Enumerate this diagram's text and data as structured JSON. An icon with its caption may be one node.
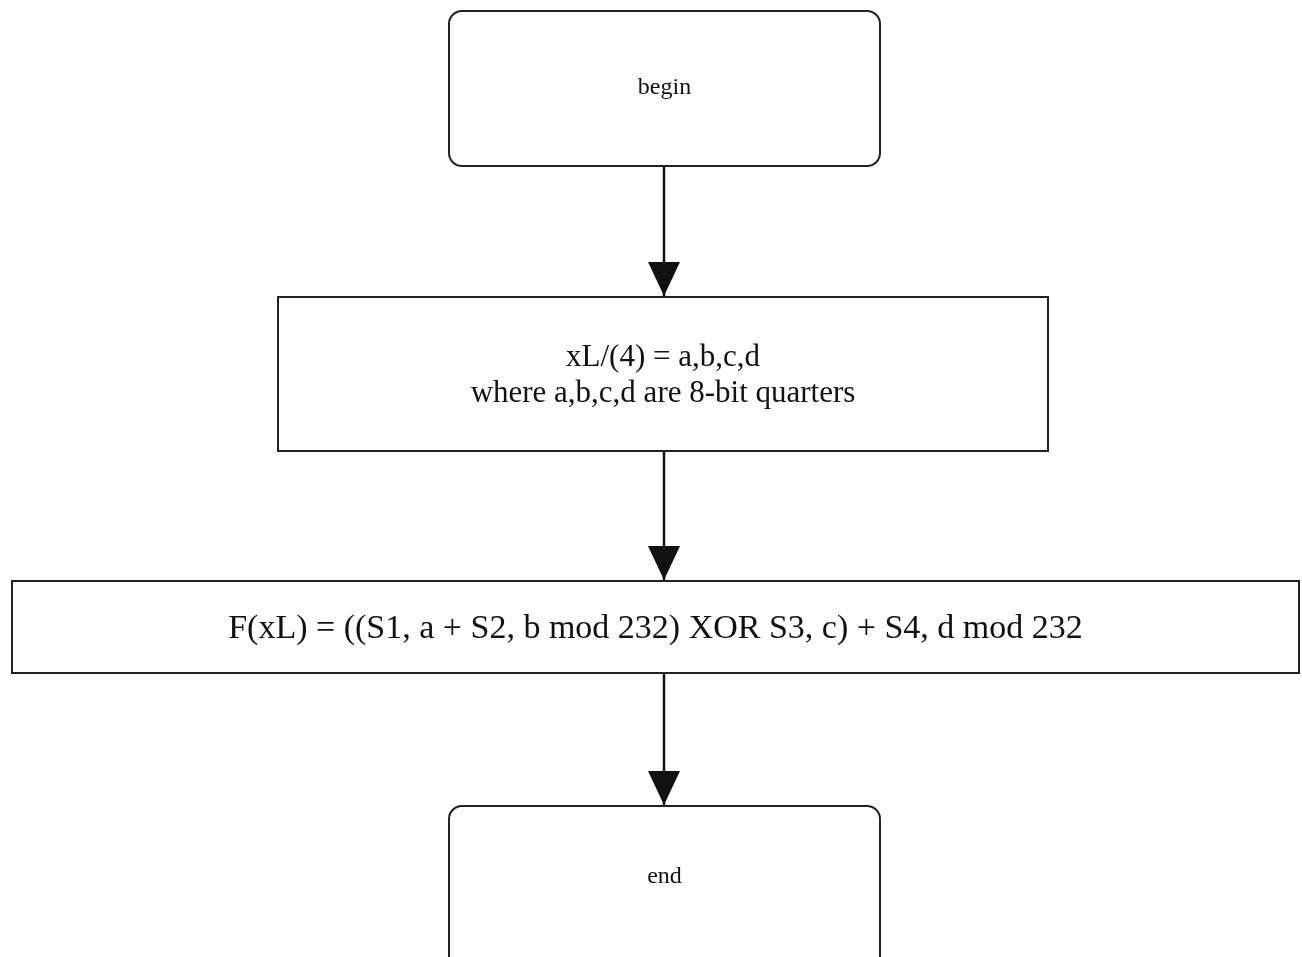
{
  "diagram": {
    "nodes": [
      {
        "text": [
          "begin"
        ]
      },
      {
        "text": [
          "xL/(4) =  a,b,c,d",
          "where a,b,c,d are 8-bit quarters"
        ]
      },
      {
        "text": [
          "F(xL) = ((S1, a + S2, b mod 232) XOR S3, c) + S4, d mod 232"
        ]
      },
      {
        "text": [
          "end"
        ]
      }
    ],
    "edges": [
      {
        "from": 0,
        "to": 1,
        "arrow": "to"
      },
      {
        "from": 1,
        "to": 2,
        "arrow": "to"
      },
      {
        "from": 2,
        "to": 3,
        "arrow": "to"
      }
    ]
  }
}
